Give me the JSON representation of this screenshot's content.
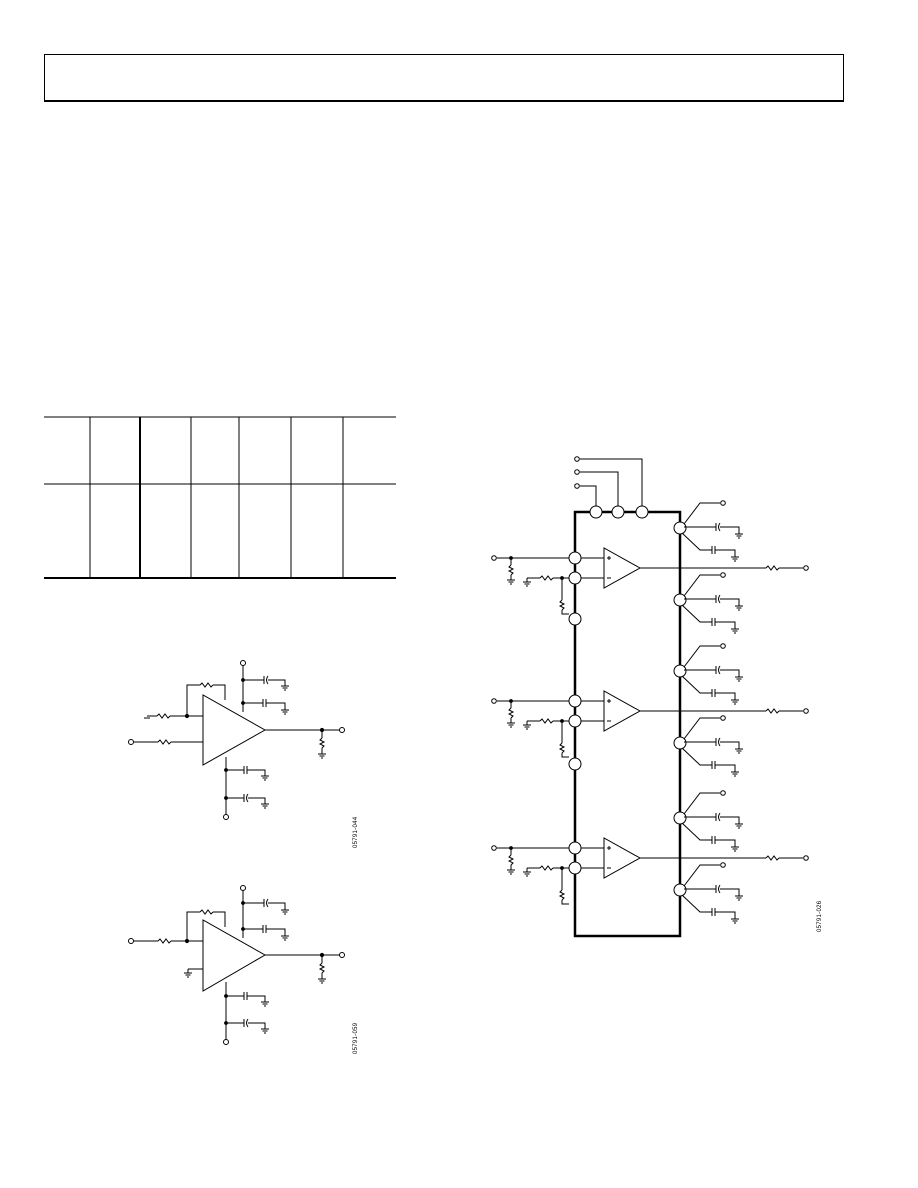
{
  "page": {
    "header_box": "",
    "table": {
      "columns": 7,
      "header_rows": 1,
      "body_rows": 1
    }
  },
  "figures": {
    "left_top": {
      "code": "05791-044"
    },
    "left_bottom": {
      "code": "05791-059"
    },
    "right": {
      "code": "05791-026"
    }
  },
  "colors": {
    "ink": "#000000",
    "paper": "#ffffff"
  }
}
